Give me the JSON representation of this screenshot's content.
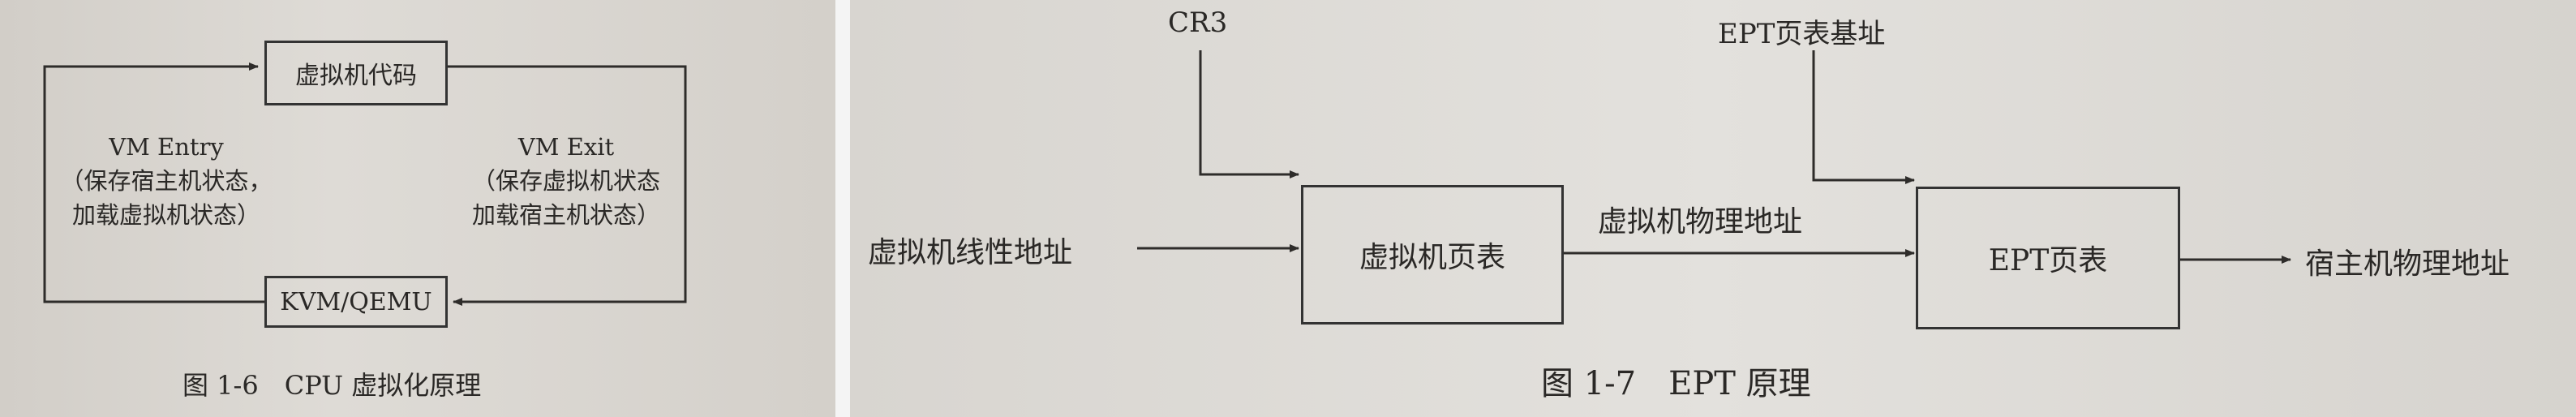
{
  "figure1": {
    "box_vm_code": "虚拟机代码",
    "box_kvm": "KVM/QEMU",
    "entry_title": "VM Entry",
    "entry_line1": "（保存宿主机状态，",
    "entry_line2": "加载虚拟机状态）",
    "exit_title": "VM Exit",
    "exit_line1": "（保存虚拟机状态",
    "exit_line2": "加载宿主机状态）",
    "caption": "图 1-6　CPU 虚拟化原理"
  },
  "figure2": {
    "cr3": "CR3",
    "ept_base": "EPT页表基址",
    "guest_linear": "虚拟机线性地址",
    "box_guest_pt": "虚拟机页表",
    "guest_phys": "虚拟机物理地址",
    "box_ept": "EPT页表",
    "host_phys": "宿主机物理地址",
    "caption": "图 1-7　EPT 原理"
  }
}
